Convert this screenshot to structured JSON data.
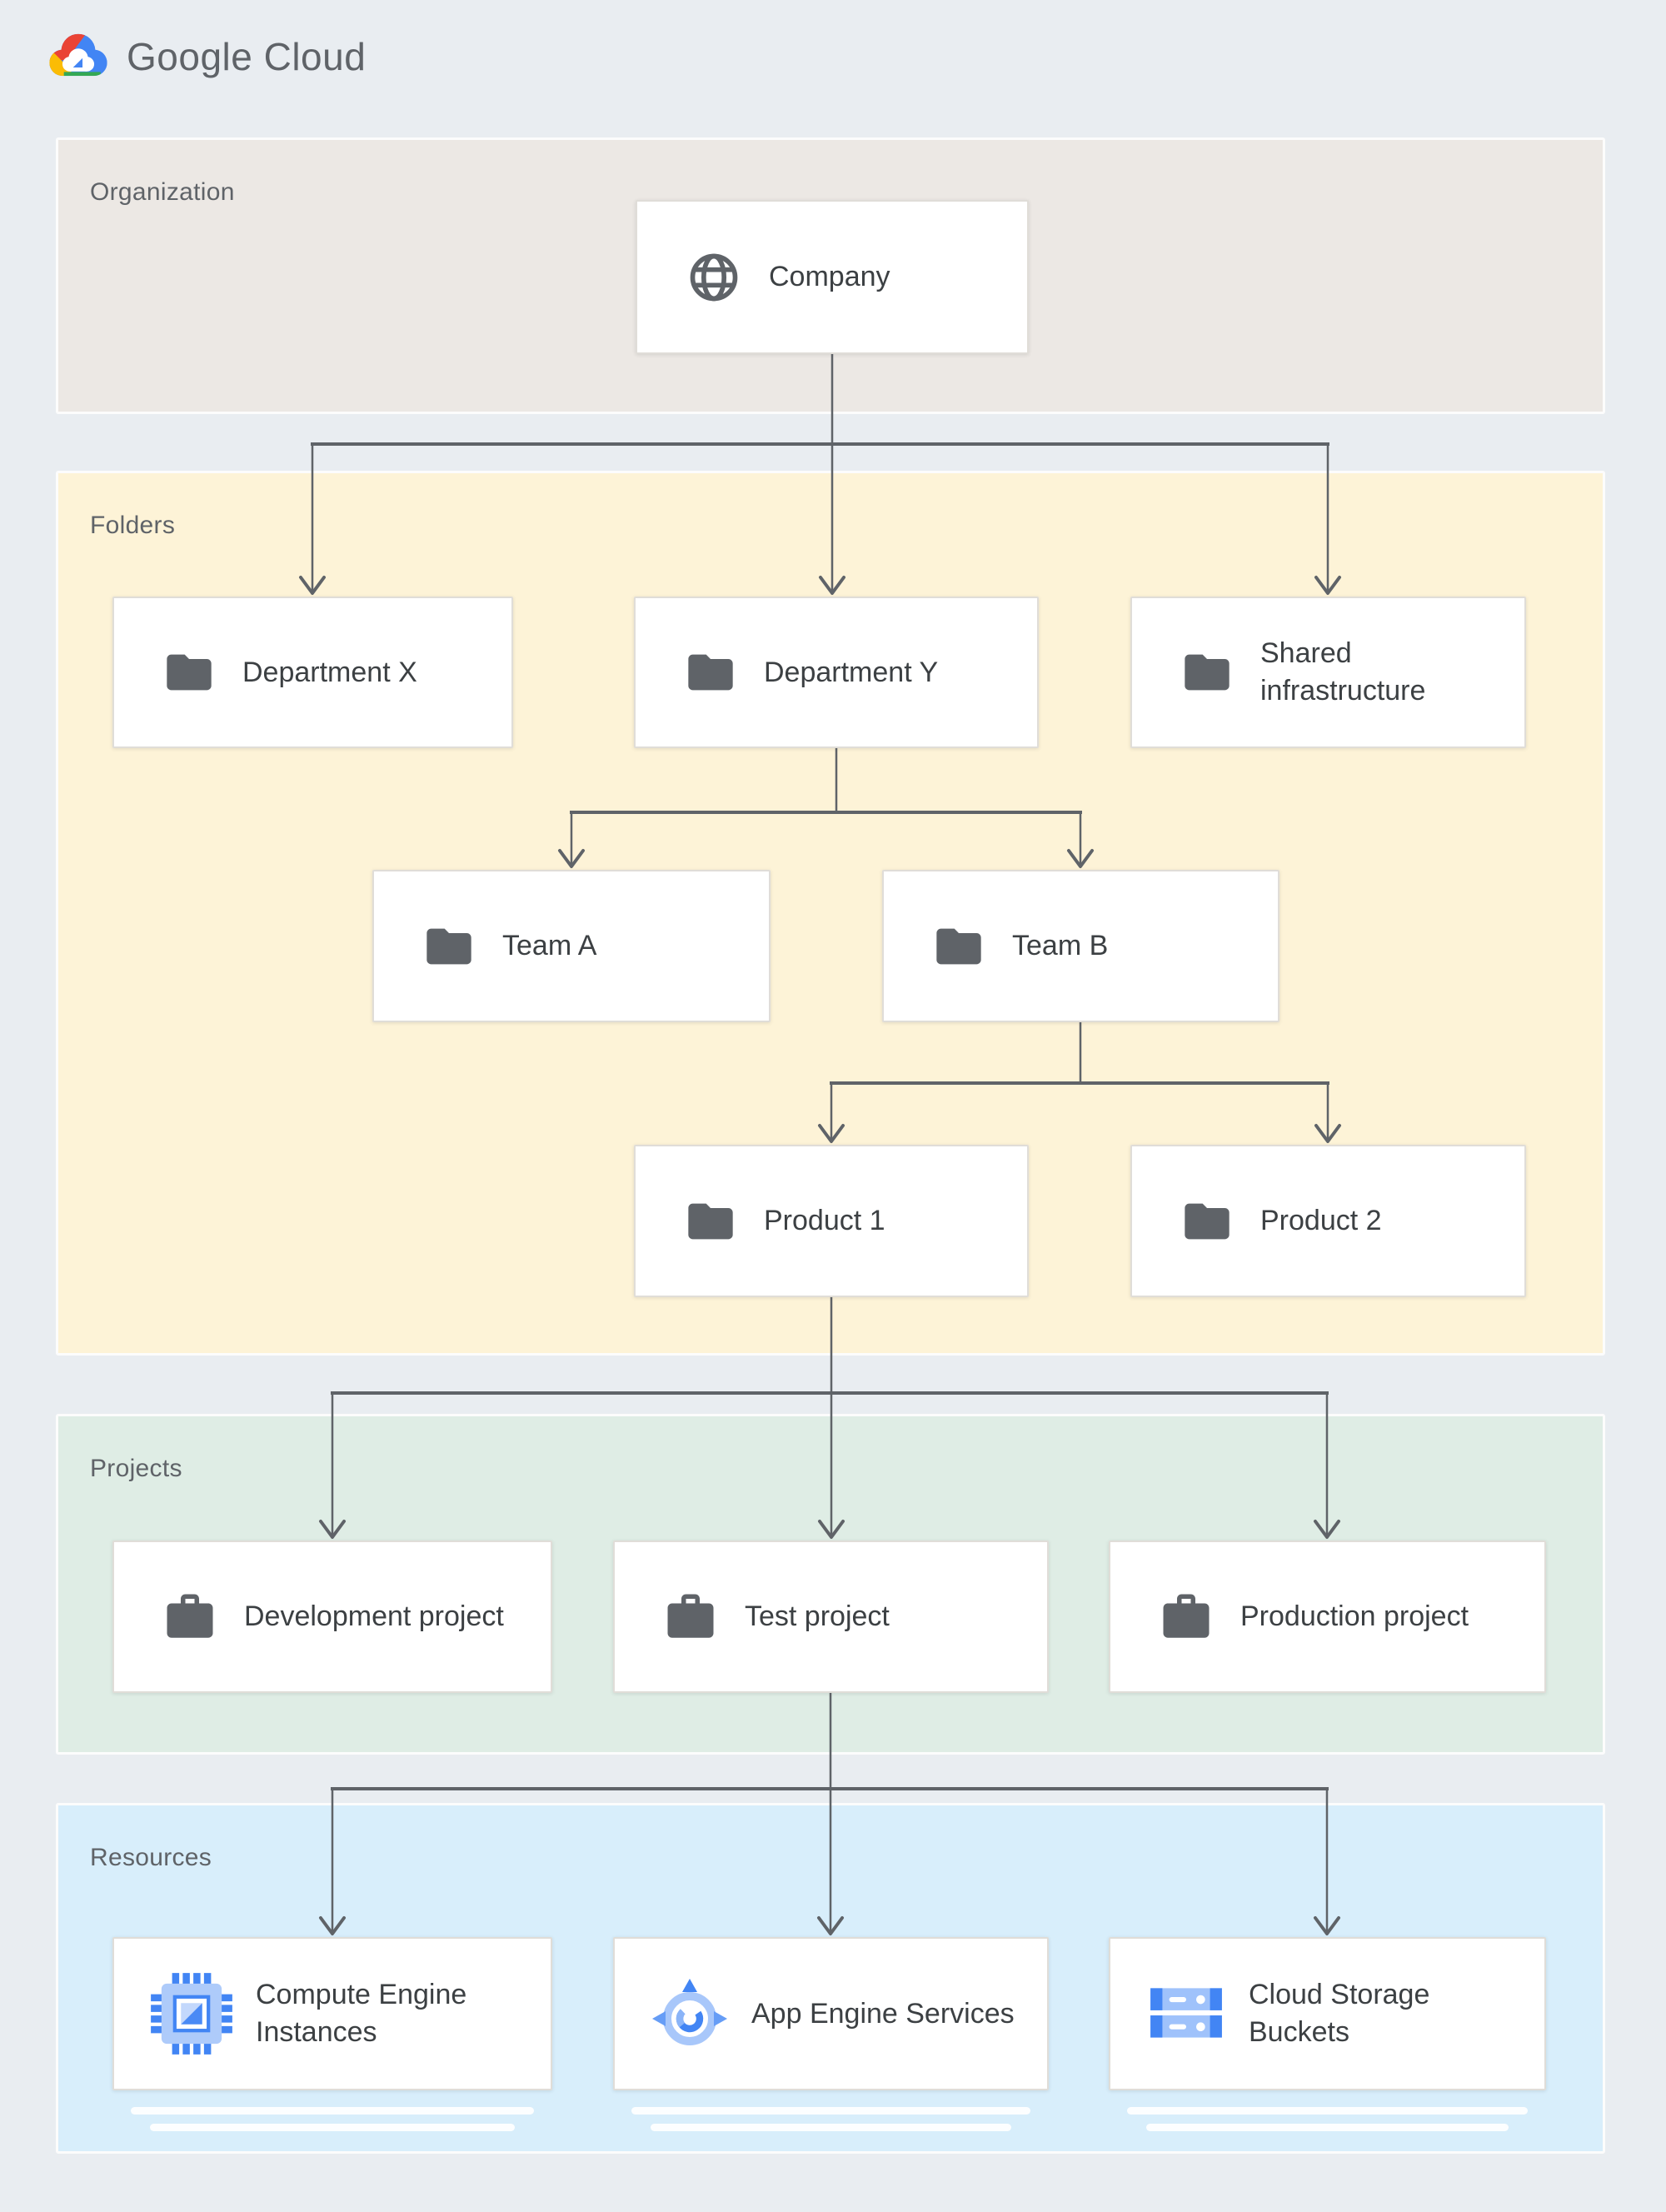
{
  "header": {
    "logo_text": "Google Cloud"
  },
  "sections": {
    "organization": {
      "label": "Organization"
    },
    "folders": {
      "label": "Folders"
    },
    "projects": {
      "label": "Projects"
    },
    "resources": {
      "label": "Resources"
    }
  },
  "nodes": {
    "company": {
      "label": "Company",
      "icon": "globe-icon"
    },
    "department_x": {
      "label": "Department X",
      "icon": "folder-icon"
    },
    "department_y": {
      "label": "Department Y",
      "icon": "folder-icon"
    },
    "shared_infrastructure": {
      "label": "Shared infrastructure",
      "icon": "folder-icon"
    },
    "team_a": {
      "label": "Team A",
      "icon": "folder-icon"
    },
    "team_b": {
      "label": "Team B",
      "icon": "folder-icon"
    },
    "product_1": {
      "label": "Product 1",
      "icon": "folder-icon"
    },
    "product_2": {
      "label": "Product 2",
      "icon": "folder-icon"
    },
    "development_project": {
      "label": "Development project",
      "icon": "briefcase-icon"
    },
    "test_project": {
      "label": "Test project",
      "icon": "briefcase-icon"
    },
    "production_project": {
      "label": "Production project",
      "icon": "briefcase-icon"
    },
    "compute_engine": {
      "label": "Compute Engine Instances",
      "icon": "compute-engine-icon"
    },
    "app_engine": {
      "label": "App Engine Services",
      "icon": "app-engine-icon"
    },
    "cloud_storage": {
      "label": "Cloud Storage Buckets",
      "icon": "cloud-storage-icon"
    }
  },
  "colors": {
    "page_bg": "#e9edf1",
    "organization_bg": "#ece8e4",
    "folders_bg": "#fdf3d7",
    "projects_bg": "#dfede5",
    "resources_bg": "#d8eefb",
    "node_bg": "#ffffff",
    "node_border": "#e0ddd8",
    "connector": "#5f6368",
    "section_label_text": "#5f6368",
    "node_label_text": "#3c4043",
    "icon_gray": "#5f6368",
    "google_blue": "#4285f4",
    "google_red": "#ea4335",
    "google_yellow": "#fbbc05",
    "google_green": "#34a853",
    "resource_icon_light_blue": "#aecbfa"
  }
}
